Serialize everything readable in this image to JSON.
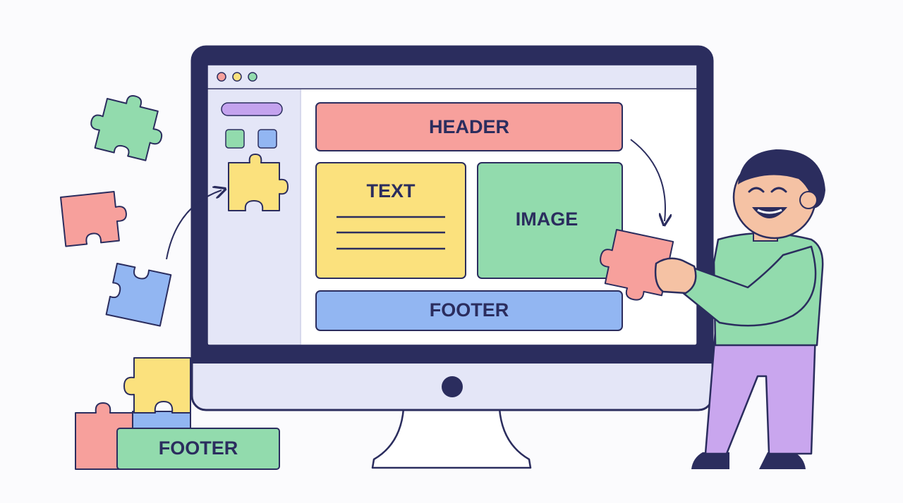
{
  "colors": {
    "outline": "#2b2d5e",
    "screen_bezel": "#2b2d5e",
    "screen_bg": "#ffffff",
    "sidebar_bg": "#e4e6f7",
    "monitor_body": "#e4e6f7",
    "stand": "#ffffff",
    "header_block": "#f7a09c",
    "text_block": "#fbe17d",
    "image_block": "#92dbad",
    "footer_block": "#92b6f2",
    "sidebar_pill": "#c4a3ee",
    "green": "#92dbad",
    "blue": "#92b6f2",
    "red": "#f7a09c",
    "yellow": "#fbe17d",
    "skin": "#f5c2a4",
    "shirt": "#92dbad",
    "pants": "#c9a6ee",
    "hair": "#2b2d5e",
    "dot_red": "#f7a09c",
    "dot_yellow": "#fbe17d",
    "dot_green": "#92dbad"
  },
  "screen": {
    "header_label": "HEADER",
    "text_label": "TEXT",
    "image_label": "IMAGE",
    "footer_label": "FOOTER"
  },
  "stack": {
    "footer_label": "FOOTER"
  },
  "icons": [
    "puzzle-piece-icon",
    "window-dot-icon",
    "curved-arrow-icon"
  ]
}
